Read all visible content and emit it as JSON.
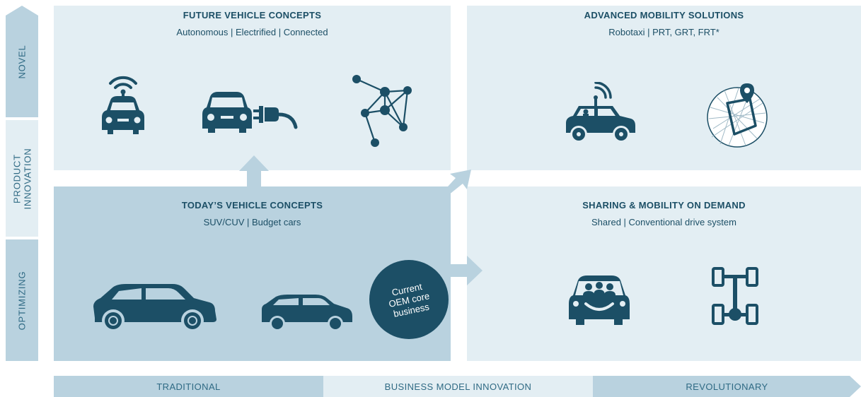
{
  "axis_y": {
    "segments": [
      {
        "label": "NOVEL"
      },
      {
        "label": "PRODUCT\nINNOVATION"
      },
      {
        "label": "OPTIMIZING"
      }
    ]
  },
  "axis_x": {
    "segments": [
      {
        "label": "TRADITIONAL"
      },
      {
        "label": "BUSINESS MODEL INNOVATION"
      },
      {
        "label": "REVOLUTIONARY"
      }
    ]
  },
  "quadrants": {
    "future": {
      "title": "FUTURE VEHICLE CONCEPTS",
      "subtitle": "Autonomous  |  Electrified  |  Connected",
      "icons": [
        "autonomous-car-icon",
        "electric-car-icon",
        "network-icon"
      ]
    },
    "advanced": {
      "title": "ADVANCED MOBILITY SOLUTIONS",
      "subtitle": "Robotaxi  |  PRT, GRT, FRT*",
      "icons": [
        "robotaxi-icon",
        "map-pin-icon"
      ]
    },
    "today": {
      "title": "TODAY’S VEHICLE CONCEPTS",
      "subtitle": "SUV/CUV  |  Budget cars",
      "icons": [
        "suv-icon",
        "hatchback-icon"
      ]
    },
    "sharing": {
      "title": "SHARING & MOBILITY ON DEMAND",
      "subtitle": "Shared  |  Conventional drive system",
      "icons": [
        "shared-ride-icon",
        "drivetrain-icon"
      ]
    }
  },
  "core_circle": {
    "label": "Current\nOEM core\nbusiness"
  },
  "colors": {
    "dark": "#1c4f66",
    "medium": "#b9d2df",
    "light": "#e3eef3",
    "axis_text": "#2f6a84",
    "white": "#ffffff"
  }
}
